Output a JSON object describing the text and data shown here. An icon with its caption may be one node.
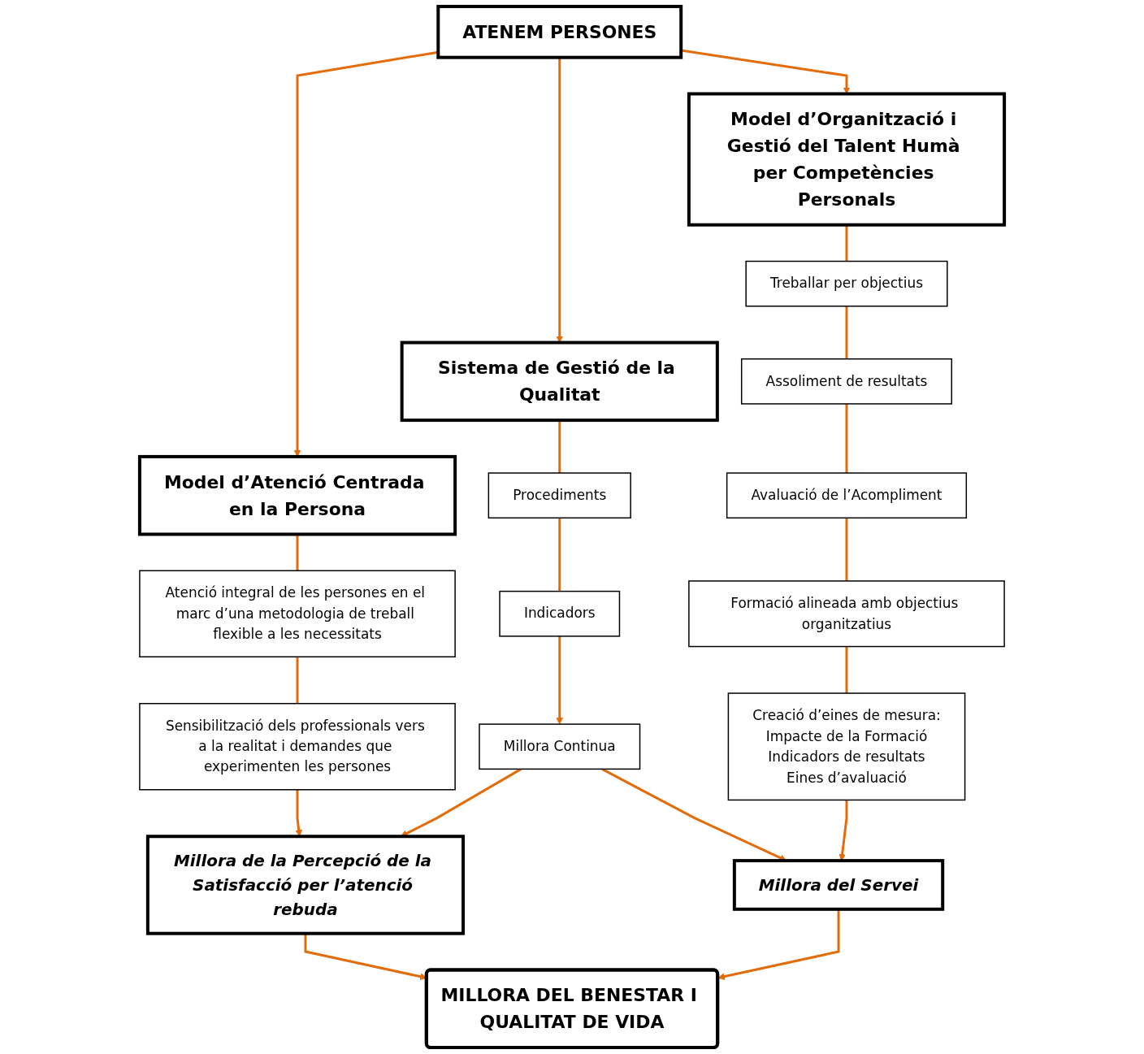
{
  "diagram": {
    "nodes": [
      {
        "text": [
          "ATENEM PERSONES"
        ]
      },
      {
        "text": [
          "Model d’Atenció Centrada en la Persona"
        ]
      },
      {
        "text": [
          "Sistema de Gestió de la Qualitat"
        ]
      },
      {
        "text": [
          "Model d’Organització i Gestió del Talent Humà per Competències Personals"
        ]
      },
      {
        "text": [
          "Atenció integral de les persones en el marc d’una metodologia de treball flexible a les necessitats"
        ]
      },
      {
        "text": [
          "Procediments"
        ]
      },
      {
        "text": [
          "Treballar per objectius"
        ]
      },
      {
        "text": [
          "Assoliment de resultats"
        ]
      },
      {
        "text": [
          "Avaluació de l’Acompliment"
        ]
      },
      {
        "text": [
          "Formació alineada amb objectius organitzatius"
        ]
      },
      {
        "text": [
          "Sensibilització dels professionals vers a la realitat i demandes que experimenten les persones"
        ]
      },
      {
        "text": [
          "Indicadors"
        ]
      },
      {
        "text": [
          "Creació d’eines de mesura:",
          "Impacte de la Formació",
          "Indicadors de resultats",
          "Eines d’avaluació"
        ]
      },
      {
        "text": [
          "Millora Continua"
        ]
      },
      {
        "text": [
          "Millora de la Percepció de la Satisfacció per l’atenció rebuda"
        ]
      },
      {
        "text": [
          "Millora del Servei"
        ]
      },
      {
        "text": [
          "MILLORA DEL BENESTAR I QUALITAT DE VIDA"
        ]
      }
    ],
    "edges": [
      {
        "from": 0,
        "to": 1,
        "arrow": "to"
      },
      {
        "from": 0,
        "to": 2,
        "arrow": "to"
      },
      {
        "from": 0,
        "to": 3,
        "arrow": "to"
      },
      {
        "from": 1,
        "to": 4,
        "arrow": "none"
      },
      {
        "from": 4,
        "to": 10,
        "arrow": "none"
      },
      {
        "from": 10,
        "to": 14,
        "arrow": "to"
      },
      {
        "from": 2,
        "to": 5,
        "arrow": "none"
      },
      {
        "from": 5,
        "to": 11,
        "arrow": "none"
      },
      {
        "from": 11,
        "to": 13,
        "arrow": "to"
      },
      {
        "from": 13,
        "to": 14,
        "arrow": "to"
      },
      {
        "from": 13,
        "to": 15,
        "arrow": "to"
      },
      {
        "from": 3,
        "to": 6,
        "arrow": "none"
      },
      {
        "from": 6,
        "to": 7,
        "arrow": "none"
      },
      {
        "from": 7,
        "to": 8,
        "arrow": "none"
      },
      {
        "from": 8,
        "to": 9,
        "arrow": "none"
      },
      {
        "from": 9,
        "to": 12,
        "arrow": "none"
      },
      {
        "from": 12,
        "to": 15,
        "arrow": "to"
      },
      {
        "from": 14,
        "to": 16,
        "arrow": "to"
      },
      {
        "from": 15,
        "to": 16,
        "arrow": "to"
      }
    ]
  }
}
